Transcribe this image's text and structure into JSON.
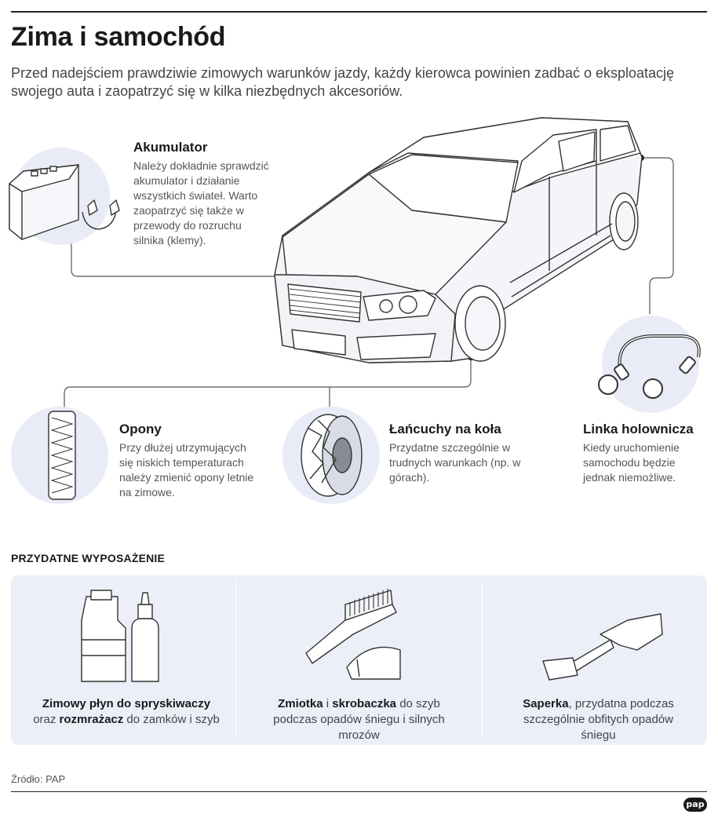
{
  "header": {
    "title": "Zima i samochód",
    "intro": "Przed nadejściem prawdziwie zimowych warunków jazdy, każdy kierowca powinien zadbać o eksploatację swojego auta i zaopatrzyć się w kilka niezbędnych akcesoriów."
  },
  "items": {
    "battery": {
      "title": "Akumulator",
      "text": "Należy dokładnie sprawdzić akumulator i działanie wszystkich świateł. Warto zaopatrzyć się także w przewody do rozruchu silnika (klemy)."
    },
    "tires": {
      "title": "Opony",
      "text": "Przy dłużej utrzymujących się niskich temperaturach należy zmienić opony letnie na zimowe."
    },
    "chains": {
      "title": "Łańcuchy na koła",
      "text": "Przydatne szczególnie w trudnych warunkach (np. w górach)."
    },
    "tow": {
      "title": "Linka holownicza",
      "text": "Kiedy uruchomienie samochodu będzie jednak niemożliwe."
    }
  },
  "equipment": {
    "section_title": "PRZYDATNE WYPOSAŻENIE",
    "washer": {
      "bold1": "Zimowy płyn do spryskiwaczy",
      "text1": "oraz",
      "bold2": "rozmrażacz",
      "text2": "do zamków i szyb"
    },
    "brush": {
      "bold1": "Zmiotka",
      "text1": "i",
      "bold2": "skrobaczka",
      "text2": "do szyb podczas opadów śniegu i silnych mrozów"
    },
    "shovel": {
      "bold1": "Saperka",
      "text1": ", przydatna podczas szczególnie obfitych opadów śniegu"
    }
  },
  "footer": {
    "source": "Źródło: PAP",
    "logo": "pap"
  },
  "colors": {
    "circle_bg": "#e9ecf7",
    "panel_bg": "#eceff8",
    "line": "#333333"
  }
}
